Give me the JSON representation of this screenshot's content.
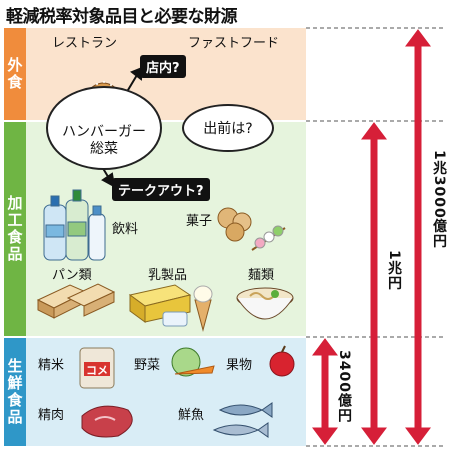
{
  "title": "軽減税率対象品目と必要な財源",
  "sections": {
    "gaishoku": [
      "外",
      "食"
    ],
    "kako": [
      "加",
      "工",
      "食",
      "品"
    ],
    "seisen": [
      "生",
      "鮮",
      "食",
      "品"
    ]
  },
  "restaurant": "レストラン",
  "fastfood": "ファストフード",
  "tennai": "店内?",
  "burger_bubble": {
    "line1": "ハンバーガー",
    "line2": "総菜"
  },
  "demae": "出前は?",
  "takeout": "テークアウト?",
  "processed": {
    "inryo": "飲料",
    "kashi": "菓子",
    "pan": "パン類",
    "nyu": "乳製品",
    "men": "麺類"
  },
  "fresh": {
    "seimai": "精米",
    "kome": "コメ",
    "yasai": "野菜",
    "kudamono": "果物",
    "seiniku": "精肉",
    "sengyo": "鮮魚"
  },
  "budgets": {
    "small": "3400億円",
    "mid": "1兆円",
    "large": "1兆3000億円"
  },
  "colors": {
    "arrow": "#d61f38",
    "gaishoku": "#f08c3c",
    "kako": "#6fb544",
    "seisen": "#2f97c8"
  }
}
